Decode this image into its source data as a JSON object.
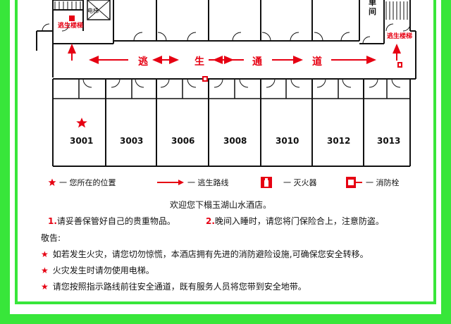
{
  "floor_plan": {
    "stairs_label": "逃生楼梯",
    "elevator_label": "电梯",
    "single_room_label": "单间",
    "corridor_chars": [
      "逃",
      "生",
      "通",
      "道"
    ],
    "rooms": [
      "3001",
      "3003",
      "3006",
      "3008",
      "3010",
      "3012",
      "3013"
    ]
  },
  "legend": {
    "you_are_here": "一 您所在的位置",
    "escape_route": "一 逃生路线",
    "extinguisher": "一 灭火器",
    "hydrant": "一 消防栓"
  },
  "notice": {
    "welcome": "欢迎您下榻玉湖山水酒店。",
    "tip1_num": "1.",
    "tip1_text": "请妥善保管好自己的贵重物品。",
    "tip2_num": "2.",
    "tip2_text": "晚间入睡时，请您将门保险合上，注意防盗。",
    "caution_title": "敬告:",
    "bullets": [
      "如若发生火灾，请您切勿惊慌，本酒店拥有先进的消防避险设施,可确保您安全转移。",
      "火灾发生时请勿使用电梯。",
      "请您按照指示路线前往安全通道，既有服务人员将您带到安全地带。"
    ]
  },
  "colors": {
    "frame_green": "#38e63a",
    "route_red": "#e60012"
  }
}
